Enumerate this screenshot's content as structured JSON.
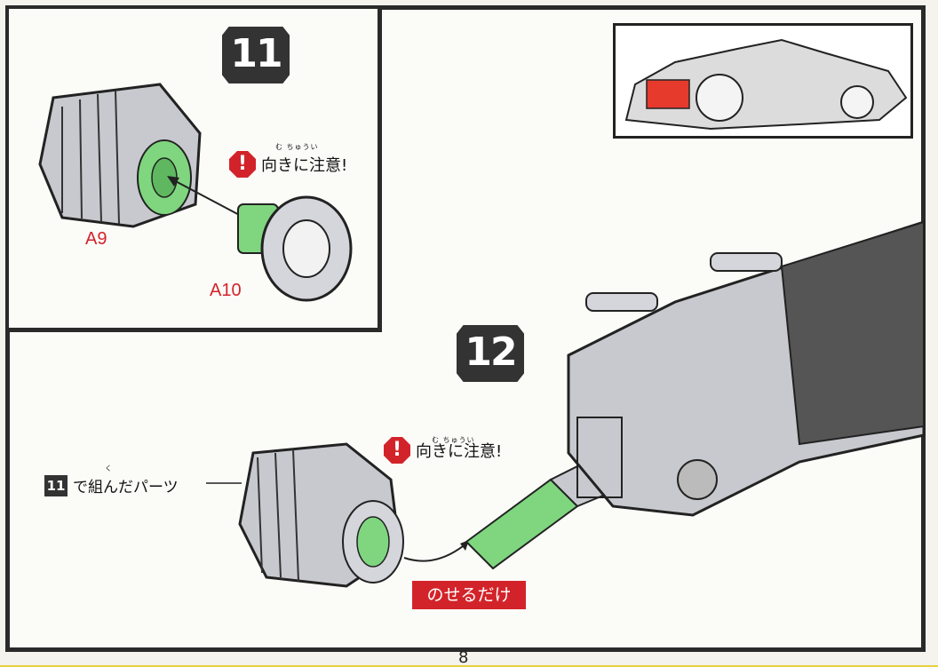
{
  "steps": [
    {
      "number": "11",
      "warning": "向きに注意!",
      "warning_ruby": "む  ちゅうい",
      "parts": [
        "A9",
        "A10"
      ]
    },
    {
      "number": "12",
      "warning": "向きに注意!",
      "warning_ruby": "む  ちゅうい",
      "ref_step": "11",
      "ref_label": "で組んだパーツ",
      "ref_ruby": "く",
      "action_tag": "のせるだけ"
    }
  ],
  "page_number": "8",
  "colors": {
    "accent_red": "#d3232a",
    "part_green": "#7fd67f",
    "frame": "#2a2a2a",
    "background_yellow": "#e8d23c"
  }
}
